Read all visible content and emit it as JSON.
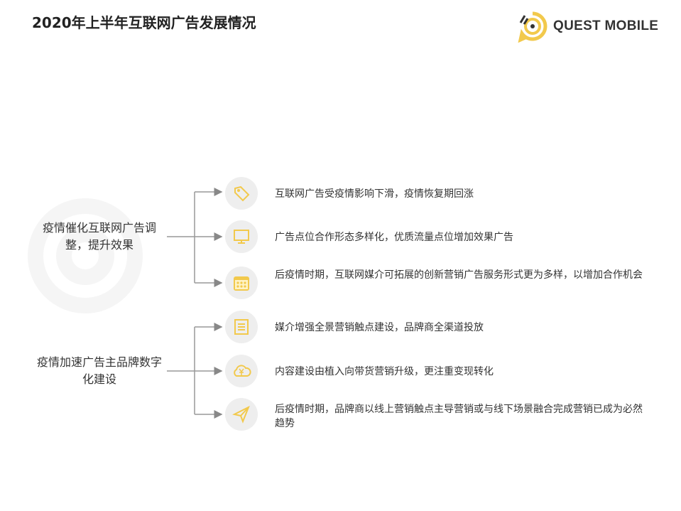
{
  "title": "2020年上半年互联网广告发展情况",
  "logo": {
    "text": "QUEST MOBILE",
    "accent": "#f2c94c"
  },
  "groups": [
    {
      "label": "疫情催化互联网广告调整，提升效果",
      "items": [
        {
          "icon": "price-tag-icon",
          "text": "互联网广告受疫情影响下滑，疫情恢复期回涨"
        },
        {
          "icon": "monitor-icon",
          "text": "广告点位合作形态多样化，优质流量点位增加效果广告"
        },
        {
          "icon": "calendar-icon",
          "text": "后疫情时期，互联网媒介可拓展的创新营销广告服务形式更为多样，以增加合作机会"
        }
      ]
    },
    {
      "label": "疫情加速广告主品牌数字化建设",
      "items": [
        {
          "icon": "list-icon",
          "text": "媒介增强全景营销触点建设，品牌商全渠道投放"
        },
        {
          "icon": "cloud-yen-icon",
          "text": "内容建设由植入向带货营销升级，更注重变现转化"
        },
        {
          "icon": "paper-plane-icon",
          "text": "后疫情时期，品牌商以线上营销触点主导营销或与线下场景融合完成营销已成为必然趋势"
        }
      ]
    }
  ]
}
